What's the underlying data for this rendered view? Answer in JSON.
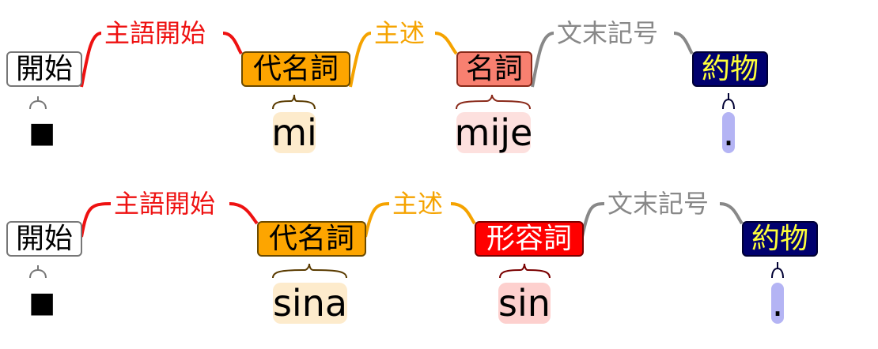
{
  "rows": [
    {
      "tokens": [
        {
          "tag": "開始",
          "word": "■"
        },
        {
          "tag": "代名詞",
          "word": "mi"
        },
        {
          "tag": "名詞",
          "word": "mije"
        },
        {
          "tag": "約物",
          "word": "."
        }
      ],
      "relations": [
        "主語開始",
        "主述",
        "文末記号"
      ]
    },
    {
      "tokens": [
        {
          "tag": "開始",
          "word": "■"
        },
        {
          "tag": "代名詞",
          "word": "sina"
        },
        {
          "tag": "形容詞",
          "word": "sin"
        },
        {
          "tag": "約物",
          "word": "."
        }
      ],
      "relations": [
        "主語開始",
        "主述",
        "文末記号"
      ]
    }
  ],
  "colors": {
    "relation_subject": "#ee1111",
    "relation_predicate": "#f5a300",
    "relation_final": "#888888",
    "pronoun": "#fda500",
    "noun": "#f88070",
    "adjective": "#ff0000",
    "punctuation": "#00006e",
    "punctuation_text": "#ffff3a"
  }
}
